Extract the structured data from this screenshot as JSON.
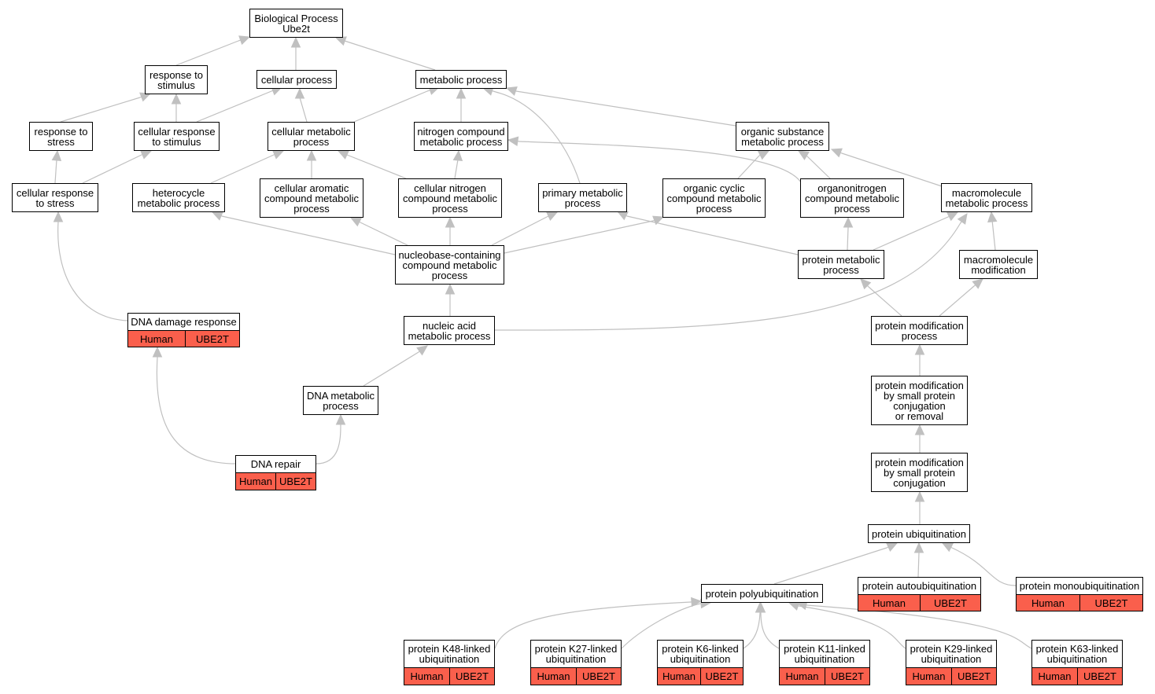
{
  "title_node": {
    "line1": "Biological Process",
    "line2": "Ube2t"
  },
  "terms": {
    "response_to_stimulus": "response to\nstimulus",
    "cellular_process": "cellular process",
    "metabolic_process": "metabolic process",
    "response_to_stress": "response to\nstress",
    "cellular_response_to_stimulus": "cellular response\nto stimulus",
    "cellular_metabolic_process": "cellular metabolic\nprocess",
    "nitrogen_compound_metabolic_process": "nitrogen compound\nmetabolic process",
    "organic_substance_metabolic_process": "organic substance\nmetabolic process",
    "cellular_response_to_stress": "cellular response\nto stress",
    "heterocycle_metabolic_process": "heterocycle\nmetabolic process",
    "cellular_aromatic_compound_metabolic_process": "cellular aromatic\ncompound metabolic\nprocess",
    "cellular_nitrogen_compound_metabolic_process": "cellular nitrogen\ncompound metabolic\nprocess",
    "primary_metabolic_process": "primary metabolic\nprocess",
    "organic_cyclic_compound_metabolic_process": "organic cyclic\ncompound metabolic\nprocess",
    "organonitrogen_compound_metabolic_process": "organonitrogen\ncompound metabolic\nprocess",
    "macromolecule_metabolic_process": "macromolecule\nmetabolic process",
    "nucleobase_containing_compound_metabolic_process": "nucleobase-containing\ncompound metabolic\nprocess",
    "protein_metabolic_process": "protein metabolic\nprocess",
    "macromolecule_modification": "macromolecule\nmodification",
    "nucleic_acid_metabolic_process": "nucleic acid\nmetabolic process",
    "protein_modification_process": "protein modification\nprocess",
    "dna_metabolic_process": "DNA metabolic\nprocess",
    "protein_mod_small_conj_or_removal": "protein modification\nby small protein\nconjugation\nor removal",
    "protein_mod_small_conj": "protein modification\nby small protein\nconjugation",
    "protein_ubiquitination": "protein ubiquitination",
    "protein_polyubiquitination": "protein polyubiquitination"
  },
  "annotated": {
    "dna_damage_response": {
      "label": "DNA damage response",
      "species": "Human",
      "gene": "UBE2T"
    },
    "dna_repair": {
      "label": "DNA repair",
      "species": "Human",
      "gene": "UBE2T"
    },
    "protein_autoubiquitination": {
      "label": "protein autoubiquitination",
      "species": "Human",
      "gene": "UBE2T"
    },
    "protein_monoubiquitination": {
      "label": "protein monoubiquitination",
      "species": "Human",
      "gene": "UBE2T"
    },
    "k48": {
      "label": "protein K48-linked\nubiquitination",
      "species": "Human",
      "gene": "UBE2T"
    },
    "k27": {
      "label": "protein K27-linked\nubiquitination",
      "species": "Human",
      "gene": "UBE2T"
    },
    "k6": {
      "label": "protein K6-linked\nubiquitination",
      "species": "Human",
      "gene": "UBE2T"
    },
    "k11": {
      "label": "protein K11-linked\nubiquitination",
      "species": "Human",
      "gene": "UBE2T"
    },
    "k29": {
      "label": "protein K29-linked\nubiquitination",
      "species": "Human",
      "gene": "UBE2T"
    },
    "k63": {
      "label": "protein K63-linked\nubiquitination",
      "species": "Human",
      "gene": "UBE2T"
    }
  },
  "colors": {
    "annotation_fill": "#fa5f4c",
    "edge": "#c0c0c0",
    "node_border": "#000000"
  }
}
